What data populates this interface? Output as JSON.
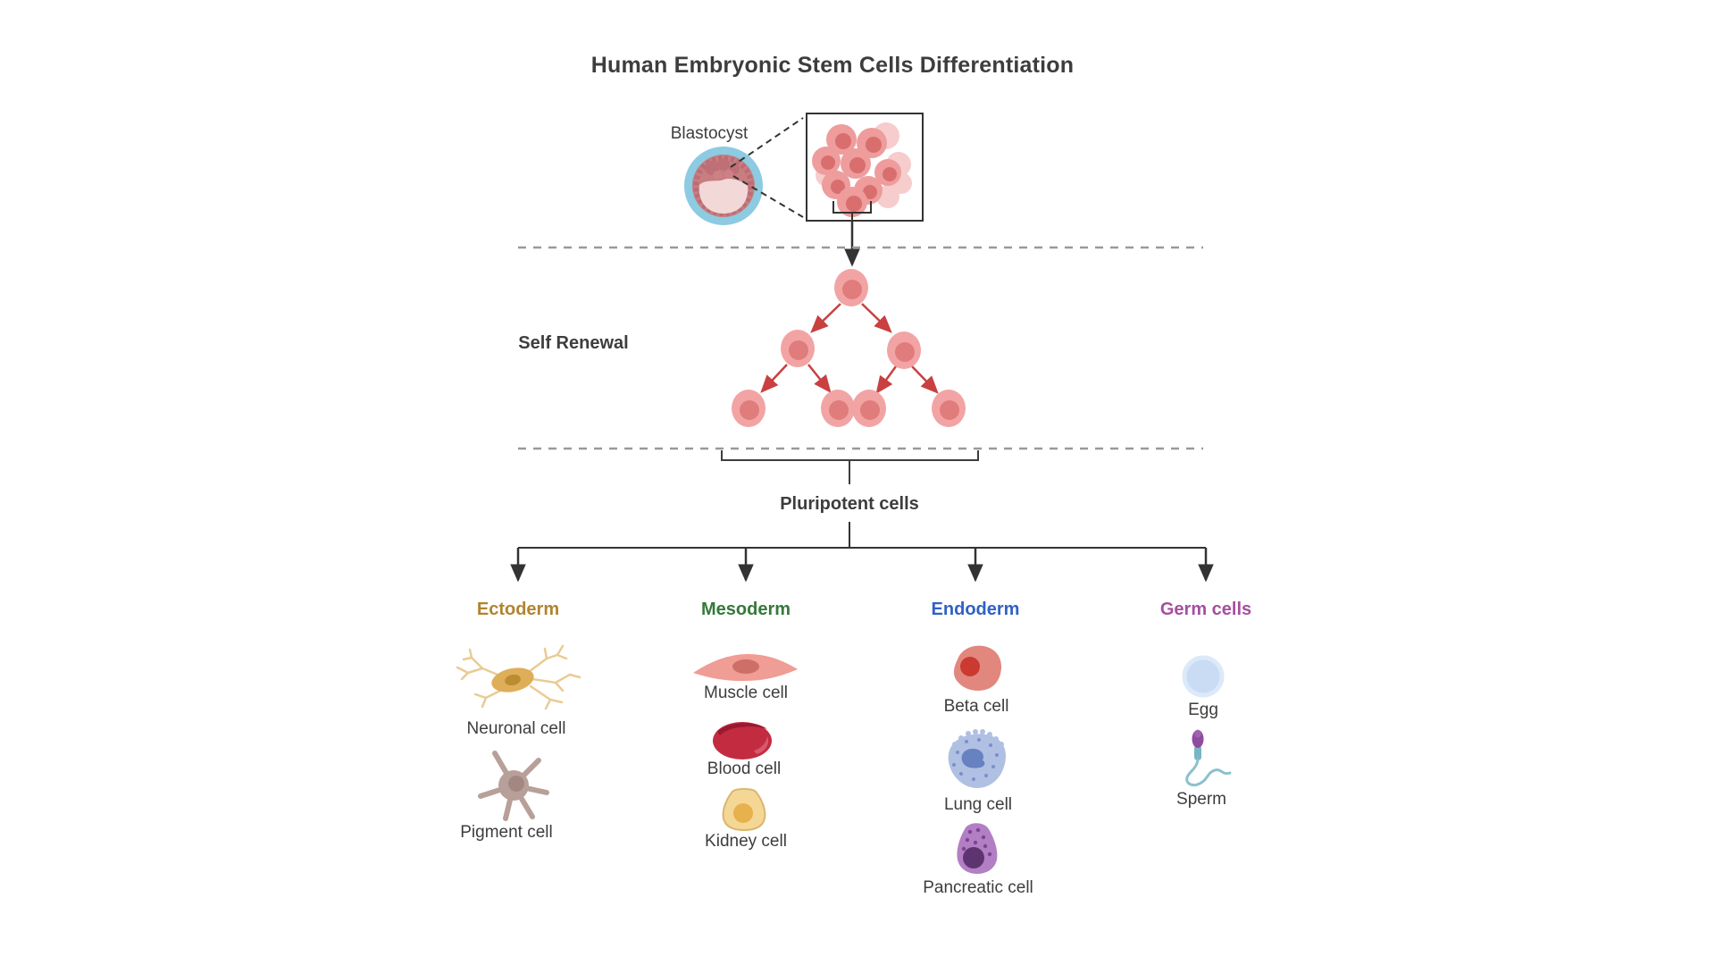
{
  "title": "Human Embryonic Stem Cells Differentiation",
  "labels": {
    "blastocyst": "Blastocyst",
    "self_renewal": "Self Renewal",
    "pluripotent": "Pluripotent cells"
  },
  "lineages": [
    {
      "name": "Ectoderm",
      "color": "#b08430",
      "cells": [
        "Neuronal cell",
        "Pigment cell"
      ]
    },
    {
      "name": "Mesoderm",
      "color": "#35793b",
      "cells": [
        "Muscle cell",
        "Blood cell",
        "Kidney cell"
      ]
    },
    {
      "name": "Endoderm",
      "color": "#3061c4",
      "cells": [
        "Beta cell",
        "Lung cell",
        "Pancreatic cell"
      ]
    },
    {
      "name": "Germ cells",
      "color": "#a44f9f",
      "cells": [
        "Egg",
        "Sperm"
      ]
    }
  ],
  "colors": {
    "text": "#3d3d3d",
    "dashed_divider": "#999999",
    "connector_line": "#333333",
    "red_arrow": "#c94040",
    "stem_cell_body": "#f2a4a4",
    "stem_cell_nucleus": "#e07c7c",
    "blastocyst_outer_ring": "#8ccbe2",
    "blastocyst_inner_ring": "#c87d81",
    "blastocyst_cavity": "#f2d8d7"
  }
}
